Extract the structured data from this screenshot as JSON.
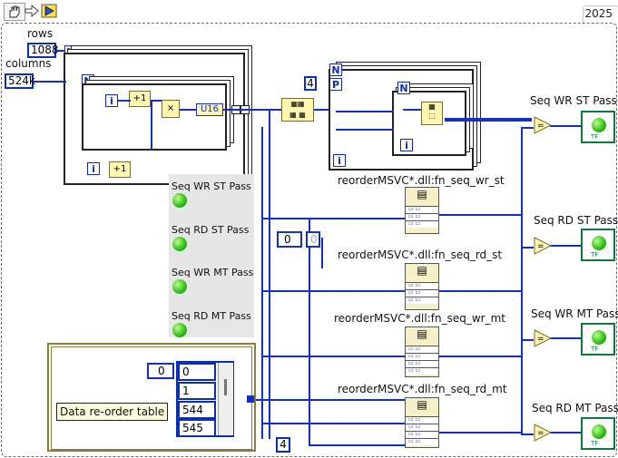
{
  "toolbar": {
    "icons": [
      "hand-icon",
      "arrow-icon",
      "run-icon"
    ]
  },
  "year_label": "2025",
  "controls": {
    "rows_label": "rows",
    "rows_value": "1088",
    "columns_label": "columns",
    "columns_value": "524k",
    "thread_count": "4",
    "index_const": "0",
    "index_value": "0",
    "lanes_const": "4"
  },
  "terminals": {
    "n": "N",
    "p": "P",
    "i": "i",
    "u16": "U16",
    "increment": "+1"
  },
  "functions": [
    {
      "label": "reorderMSVC*.dll:fn_seq_wr_st"
    },
    {
      "label": "reorderMSVC*.dll:fn_seq_rd_st"
    },
    {
      "label": "reorderMSVC*.dll:fn_seq_wr_mt"
    },
    {
      "label": "reorderMSVC*.dll:fn_seq_rd_mt"
    }
  ],
  "indicators": [
    {
      "label": "Seq WR ST Pass",
      "value": true
    },
    {
      "label": "Seq RD ST Pass",
      "value": true
    },
    {
      "label": "Seq WR MT Pass",
      "value": true
    },
    {
      "label": "Seq RD MT Pass",
      "value": true
    }
  ],
  "panel_leds": [
    {
      "label": "Seq WR ST Pass"
    },
    {
      "label": "Seq RD ST Pass"
    },
    {
      "label": "Seq WR MT Pass"
    },
    {
      "label": "Seq RD MT Pass"
    }
  ],
  "table": {
    "label": "Data re-order table",
    "index": "0",
    "values": [
      "0",
      "1",
      "544",
      "545"
    ]
  },
  "colors": {
    "wire_blue": "#1530c4",
    "frame_green": "#1a8f73",
    "led_green": "#35c21a"
  }
}
